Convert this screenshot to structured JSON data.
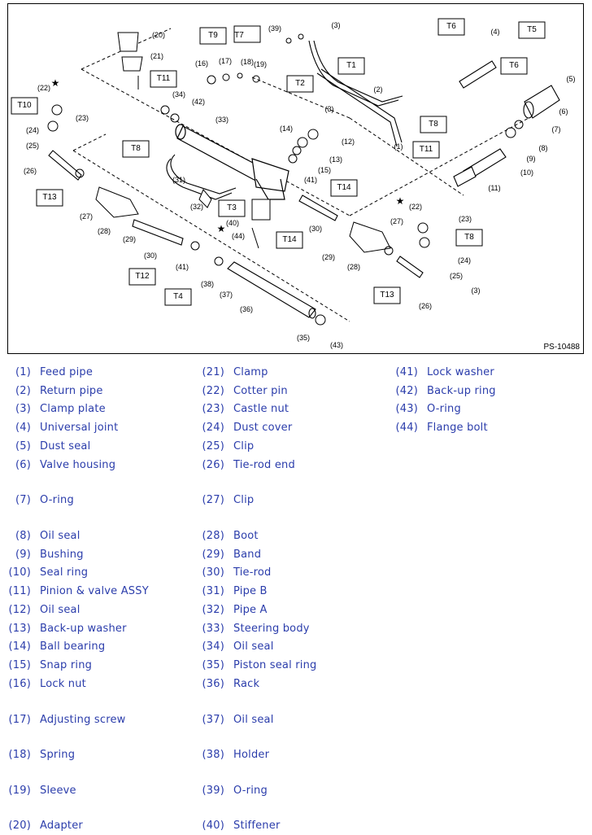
{
  "figure": {
    "id_label": "PS-10488",
    "callouts": [
      "(1)",
      "(2)",
      "(3)",
      "(3)",
      "(3)",
      "(4)",
      "(5)",
      "(6)",
      "(7)",
      "(8)",
      "(9)",
      "(10)",
      "(11)",
      "(12)",
      "(13)",
      "(14)",
      "(15)",
      "(16)",
      "(17)",
      "(18)",
      "(19)",
      "(20)",
      "(21)",
      "(22)",
      "(22)",
      "(23)",
      "(23)",
      "(24)",
      "(24)",
      "(25)",
      "(25)",
      "(26)",
      "(26)",
      "(27)",
      "(27)",
      "(28)",
      "(28)",
      "(29)",
      "(29)",
      "(30)",
      "(30)",
      "(31)",
      "(32)",
      "(33)",
      "(34)",
      "(35)",
      "(36)",
      "(37)",
      "(38)",
      "(39)",
      "(40)",
      "(41)",
      "(41)",
      "(42)",
      "(43)",
      "(44)"
    ],
    "torque_labels": [
      "T1",
      "T2",
      "T3",
      "T4",
      "T5",
      "T6",
      "T6",
      "T7",
      "T8",
      "T8",
      "T8",
      "T9",
      "T10",
      "T11",
      "T11",
      "T12",
      "T13",
      "T13",
      "T14",
      "T14"
    ],
    "star": "★"
  },
  "parts": [
    {
      "num": "(1)",
      "name": "Feed pipe"
    },
    {
      "num": "(2)",
      "name": "Return pipe"
    },
    {
      "num": "(3)",
      "name": "Clamp plate"
    },
    {
      "num": "(4)",
      "name": "Universal joint"
    },
    {
      "num": "(5)",
      "name": "Dust seal"
    },
    {
      "num": "(6)",
      "name": "Valve housing"
    },
    {
      "num": "(7)",
      "name": "O-ring"
    },
    {
      "num": "(8)",
      "name": "Oil seal"
    },
    {
      "num": "(9)",
      "name": "Bushing"
    },
    {
      "num": "(10)",
      "name": "Seal ring"
    },
    {
      "num": "(11)",
      "name": "Pinion & valve ASSY"
    },
    {
      "num": "(12)",
      "name": "Oil seal"
    },
    {
      "num": "(13)",
      "name": "Back-up washer"
    },
    {
      "num": "(14)",
      "name": "Ball bearing"
    },
    {
      "num": "(15)",
      "name": "Snap ring"
    },
    {
      "num": "(16)",
      "name": "Lock nut"
    },
    {
      "num": "(17)",
      "name": "Adjusting screw"
    },
    {
      "num": "(18)",
      "name": "Spring"
    },
    {
      "num": "(19)",
      "name": "Sleeve"
    },
    {
      "num": "(20)",
      "name": "Adapter"
    },
    {
      "num": "(21)",
      "name": "Clamp"
    },
    {
      "num": "(22)",
      "name": "Cotter pin"
    },
    {
      "num": "(23)",
      "name": "Castle nut"
    },
    {
      "num": "(24)",
      "name": "Dust cover"
    },
    {
      "num": "(25)",
      "name": "Clip"
    },
    {
      "num": "(26)",
      "name": "Tie-rod end"
    },
    {
      "num": "(27)",
      "name": "Clip"
    },
    {
      "num": "(28)",
      "name": "Boot"
    },
    {
      "num": "(29)",
      "name": "Band"
    },
    {
      "num": "(30)",
      "name": "Tie-rod"
    },
    {
      "num": "(31)",
      "name": "Pipe B"
    },
    {
      "num": "(32)",
      "name": "Pipe A"
    },
    {
      "num": "(33)",
      "name": "Steering body"
    },
    {
      "num": "(34)",
      "name": "Oil seal"
    },
    {
      "num": "(35)",
      "name": "Piston seal ring"
    },
    {
      "num": "(36)",
      "name": "Rack"
    },
    {
      "num": "(37)",
      "name": "Oil seal"
    },
    {
      "num": "(38)",
      "name": "Holder"
    },
    {
      "num": "(39)",
      "name": "O-ring"
    },
    {
      "num": "(40)",
      "name": "Stiffener"
    },
    {
      "num": "(41)",
      "name": "Lock washer"
    },
    {
      "num": "(42)",
      "name": "Back-up ring"
    },
    {
      "num": "(43)",
      "name": "O-ring"
    },
    {
      "num": "(44)",
      "name": "Flange bolt"
    }
  ]
}
